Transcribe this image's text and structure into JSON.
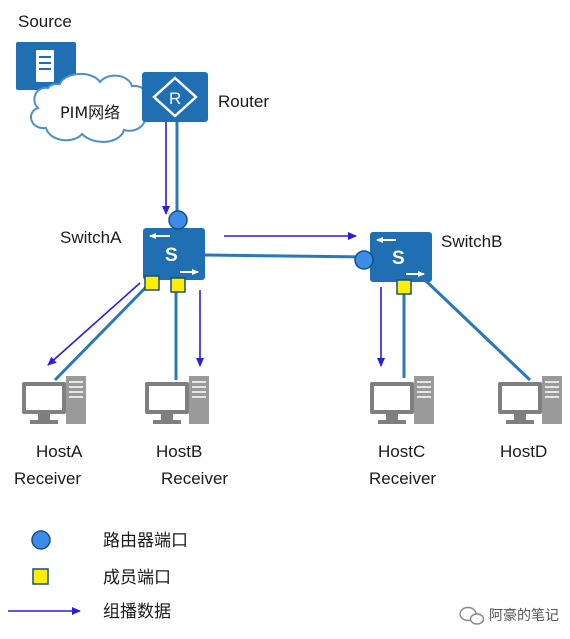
{
  "labels": {
    "source": "Source",
    "pim_network": "PIM网络",
    "router": "Router",
    "switch_a": "SwitchA",
    "switch_b": "SwitchB",
    "host_a_name": "HostA",
    "host_a_role": "Receiver",
    "host_b_name": "HostB",
    "host_b_role": "Receiver",
    "host_c_name": "HostC",
    "host_c_role": "Receiver",
    "host_d_name": "HostD"
  },
  "device_glyphs": {
    "router": "R",
    "switch": "S"
  },
  "legend": {
    "router_port": "路由器端口",
    "member_port": "成员端口",
    "multicast_data": "组播数据"
  },
  "watermark": "阿豪的笔记",
  "colors": {
    "device_blue": "#1f6fb2",
    "device_blue_dark": "#14507f",
    "link_blue": "#2a78b8",
    "arrow": "#2b1de0",
    "router_port": "#3d8de8",
    "member_port": "#ffee00",
    "host_gray": "#8a8a8a",
    "cloud_fill": "#ffffff",
    "cloud_stroke": "#4a90c8"
  },
  "icons": [
    "server-icon",
    "router-icon",
    "switch-icon",
    "pc-icon",
    "cloud-icon",
    "wechat-icon"
  ]
}
